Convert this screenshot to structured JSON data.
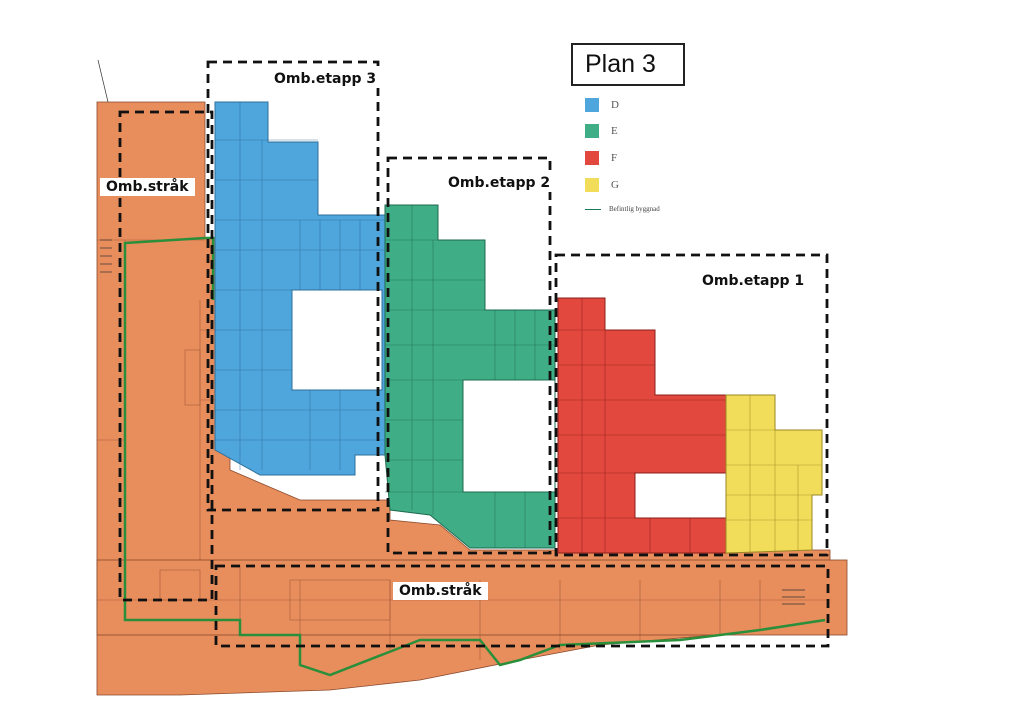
{
  "title": "Plan 3",
  "zones": {
    "etapp3": "Omb.etapp 3",
    "etapp2": "Omb.etapp 2",
    "etapp1": "Omb.etapp 1",
    "strak_top": "Omb.stråk",
    "strak_bottom": "Omb.stråk"
  },
  "legend": {
    "items": [
      {
        "label": "D",
        "color": "#4fa6dc"
      },
      {
        "label": "E",
        "color": "#3fae86"
      },
      {
        "label": "F",
        "color": "#e2483e"
      },
      {
        "label": "G",
        "color": "#f2dd5a"
      }
    ],
    "line_label": "Befintlig byggnad"
  },
  "colors": {
    "existing_building": "#e88d5c",
    "outline_line": "#2a8f3a",
    "dashed_boundary": "#111111"
  }
}
